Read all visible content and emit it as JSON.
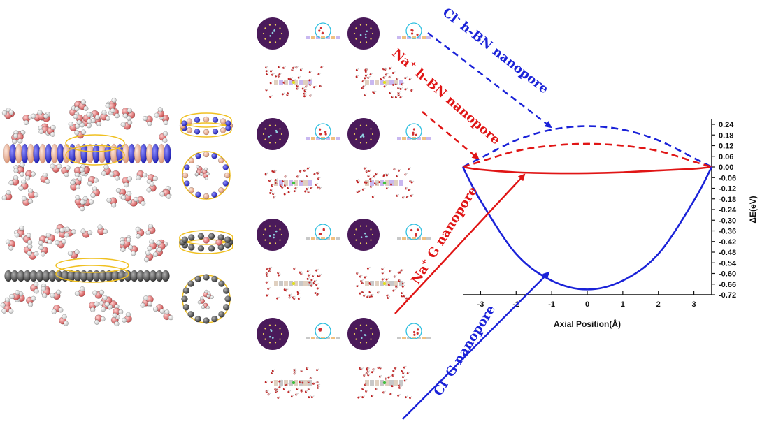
{
  "chart_data": {
    "type": "line",
    "xlabel": "Axial Position(Å)",
    "ylabel": "ΔE(eV)",
    "xlim": [
      -3.5,
      3.5
    ],
    "ylim": [
      -0.72,
      0.24
    ],
    "x_ticks": [
      "-3",
      "-2",
      "-1",
      "0",
      "1",
      "2",
      "3"
    ],
    "y_ticks": [
      "0.24",
      "0.18",
      "0.12",
      "0.06",
      "0.00",
      "-0.06",
      "-0.12",
      "-0.18",
      "-0.24",
      "-0.30",
      "-0.36",
      "-0.42",
      "-0.48",
      "-0.54",
      "-0.60",
      "-0.66",
      "-0.72"
    ],
    "series": [
      {
        "name": "Cl⁻ h-BN nanopore",
        "color": "#1a22d8",
        "dash": true,
        "x": [
          -3.5,
          -3,
          -2,
          -1,
          0,
          1,
          2,
          3,
          3.5
        ],
        "y": [
          0.0,
          0.05,
          0.15,
          0.21,
          0.23,
          0.21,
          0.15,
          0.05,
          0.0
        ]
      },
      {
        "name": "Na⁺ h-BN nanopore",
        "color": "#e01515",
        "dash": true,
        "x": [
          -3.5,
          -3,
          -2,
          -1,
          0,
          1,
          2,
          3,
          3.5
        ],
        "y": [
          0.0,
          0.03,
          0.09,
          0.12,
          0.13,
          0.12,
          0.09,
          0.03,
          0.0
        ]
      },
      {
        "name": "Na⁺ G nanopore",
        "color": "#e01515",
        "dash": false,
        "x": [
          -3.5,
          -3,
          -2,
          -1,
          0,
          1,
          2,
          3,
          3.5
        ],
        "y": [
          0.0,
          -0.015,
          -0.03,
          -0.035,
          -0.035,
          -0.03,
          -0.02,
          -0.01,
          0.0
        ]
      },
      {
        "name": "Cl⁻ G nanopore",
        "color": "#1a22d8",
        "dash": false,
        "x": [
          -3.5,
          -3,
          -2,
          -1,
          0,
          1,
          2,
          3,
          3.5
        ],
        "y": [
          0.0,
          -0.19,
          -0.49,
          -0.64,
          -0.69,
          -0.64,
          -0.49,
          -0.19,
          0.0
        ]
      }
    ]
  },
  "labels": {
    "cl_hbn": {
      "ion": "Cl",
      "charge": "-",
      "rest": " h-BN nanopore",
      "color": "#1a22d8"
    },
    "na_hbn": {
      "ion": "Na",
      "charge": "+",
      "rest": " h-BN nanopore",
      "color": "#e01515"
    },
    "na_g": {
      "ion": "Na",
      "charge": "+",
      "rest": " G nanopore",
      "color": "#e01515"
    },
    "cl_g": {
      "ion": "Cl",
      "charge": "-",
      "rest": " G nanopore",
      "color": "#1a22d8"
    }
  },
  "colors": {
    "pore_disc": "#4a1a5a",
    "pore_ring": "#f0c020",
    "hbn_boron": "#f5b8a0",
    "hbn_nitrogen": "#3a3adb",
    "graphene_carbon": "#555555",
    "water_oxygen": "#e06060",
    "water_hydrogen": "#f2f2f2",
    "highlight_circle": "#30c0e0"
  }
}
